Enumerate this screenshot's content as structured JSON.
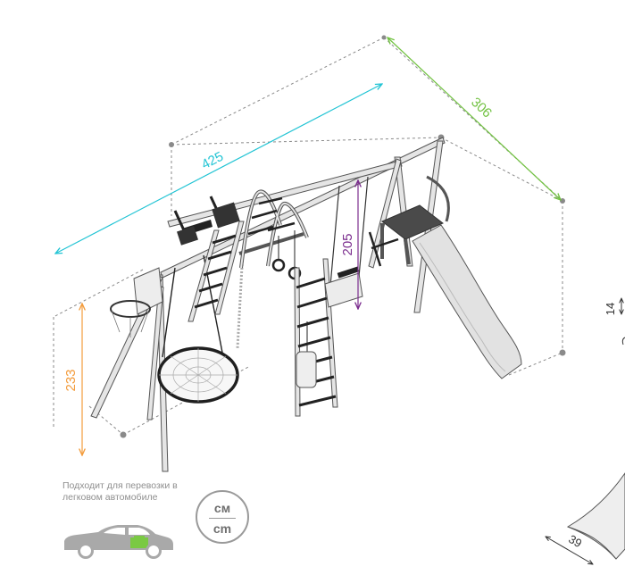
{
  "dimensions": {
    "length": "425",
    "depth": "306",
    "height": "233",
    "swing_height": "205",
    "side_height": "14",
    "side_width": "39"
  },
  "colors": {
    "length": "#22c4d4",
    "depth": "#72c242",
    "height": "#f39c3c",
    "swing_height": "#7b2d8e",
    "frame": "#d8d8d8",
    "outline": "#555555",
    "dash": "#8a8a8a"
  },
  "transport_note": "Подходит для перевозки в легковом автомобиле",
  "units": {
    "top": "cм",
    "bottom": "cm"
  },
  "icons": [
    "car-icon",
    "units-icon"
  ]
}
